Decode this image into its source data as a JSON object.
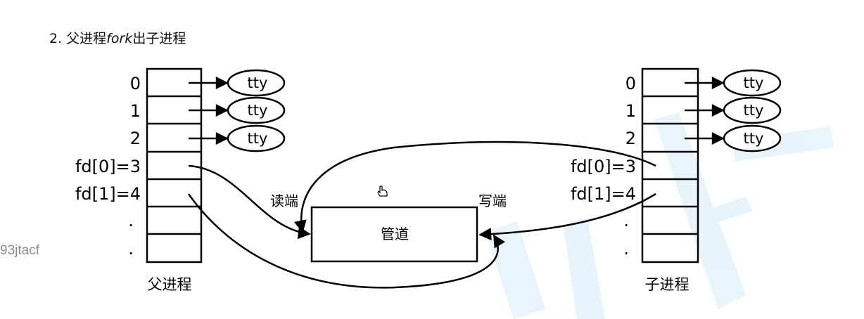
{
  "title": {
    "prefix": "2. 父进程",
    "fork": "fork",
    "suffix": "出子进程"
  },
  "watermark_left": "93jtacf",
  "parent": {
    "caption": "父进程",
    "fd_labels": [
      "0",
      "1",
      "2",
      "fd[0]=3",
      "fd[1]=4",
      ".",
      "."
    ]
  },
  "child": {
    "caption": "子进程",
    "fd_labels": [
      "0",
      "1",
      "2",
      "fd[0]=3",
      "fd[1]=4",
      ".",
      "."
    ]
  },
  "tty_label": "tty",
  "pipe": {
    "label": "管道",
    "read_end": "读端",
    "write_end": "写端"
  },
  "cursor_icon": "hand-cursor-icon",
  "colors": {
    "line": "#000000",
    "watermark": "#4fb3e8"
  }
}
